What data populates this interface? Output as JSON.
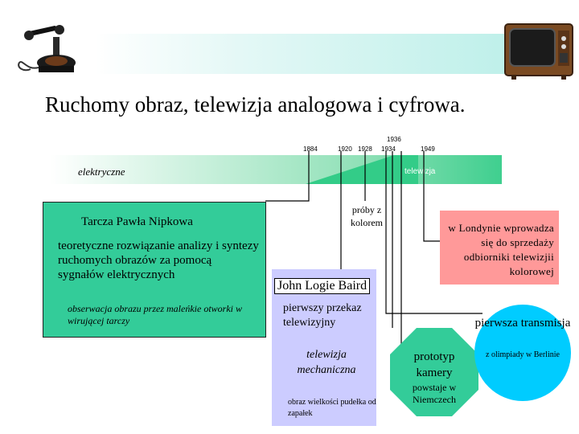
{
  "header": {
    "title": "Ruchomy obraz, telewizja analogowa i cyfrowa."
  },
  "timeline": {
    "years": [
      "1884",
      "1920",
      "1928",
      "1936",
      "1934",
      "1949"
    ],
    "left_label": "elektryczne",
    "right_label": "telewizja"
  },
  "nipkow": {
    "title": "Tarcza Pawła Nipkowa",
    "text": "teoretyczne rozwiązanie analizy i syntezy ruchomych obrazów za pomocą sygnałów elektrycznych",
    "note": "obserwacja obrazu przez maleńkie otworki w wirującej tarczy"
  },
  "baird": {
    "name": "John Logie Baird",
    "first_broadcast": "pierwszy przekaz telewizyjny",
    "mechanical": "telewizja mechaniczna",
    "image_size": "obraz wielkości pudełka od zapałek"
  },
  "color_trials": {
    "label": "próby z kolorem"
  },
  "london": {
    "text": "w Londynie wprowadza się do sprzedaży odbiorniki telewizjii kolorowej"
  },
  "first_transmission": {
    "title": "pierwsza transmisja",
    "sub": "z olimpiady w Berlinie"
  },
  "camera": {
    "title": "prototyp kamery",
    "sub": "powstaje w Niemczech"
  },
  "icons": {
    "left": "antique-telephone-icon",
    "right": "vintage-tv-icon"
  },
  "colors": {
    "green": "#33cc99",
    "purple": "#ccccff",
    "pink": "#ff9999",
    "cyan": "#00ccff"
  }
}
